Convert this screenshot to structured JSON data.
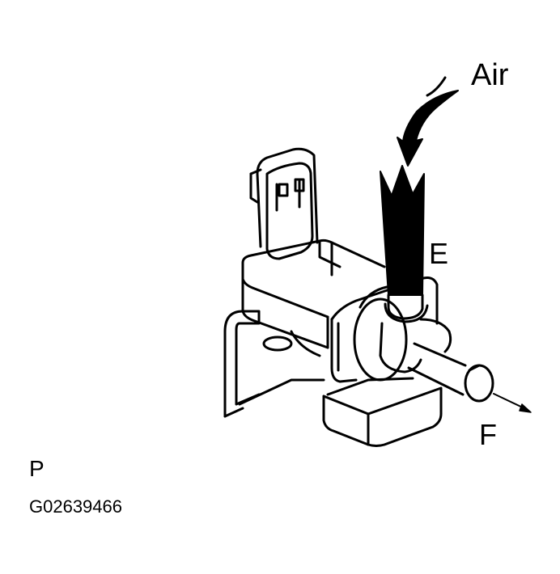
{
  "labels": {
    "air": "Air",
    "port_e": "E",
    "port_f": "F",
    "view": "P",
    "figure_code": "G02639466"
  },
  "colors": {
    "line": "#000000",
    "background": "#ffffff"
  }
}
